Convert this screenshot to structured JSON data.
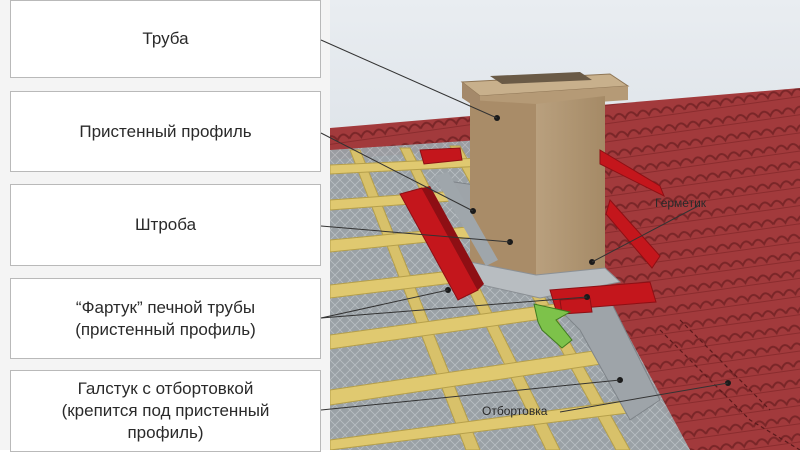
{
  "labels": {
    "truba": "Труба",
    "pristenny_profil": "Пристенный профиль",
    "shtroba": "Штроба",
    "fartuk": "“Фартук” печной трубы\n(пристенный профиль)",
    "galstuk": "Галстук с отбортовкой\n(крепится под пристенный\nпрофиль)"
  },
  "callouts": {
    "germetik": "Герметик",
    "otbortovka": "Отбортовка"
  },
  "colors": {
    "roof_red": "#a23a3c",
    "flashing_red": "#c4161c",
    "chimney": "#b49a78",
    "batten": "#d8c16a",
    "arrow_green": "#7dc24a"
  }
}
